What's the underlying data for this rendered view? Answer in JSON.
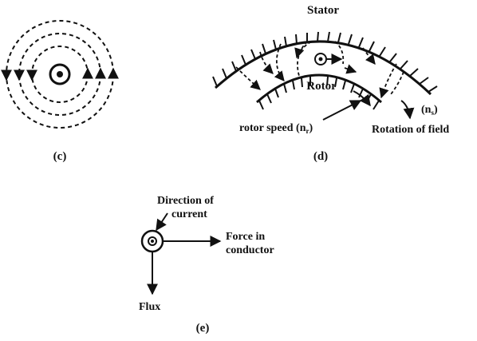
{
  "panel_c": {
    "caption": "(c)"
  },
  "panel_d": {
    "caption": "(d)",
    "stator_label": "Stator",
    "rotor_label": "Rotor",
    "rotor_speed_label": "rotor speed (n",
    "rotor_speed_sub": "r",
    "rotor_speed_close": ")",
    "field_speed_label": "(n",
    "field_speed_sub": "s",
    "field_speed_close": ")",
    "rotation_label": "Rotation of field"
  },
  "panel_e": {
    "caption": "(e)",
    "current_label_line1": "Direction of",
    "current_label_line2": "current",
    "force_label_line1": "Force in",
    "force_label_line2": "conductor",
    "flux_label": "Flux"
  }
}
